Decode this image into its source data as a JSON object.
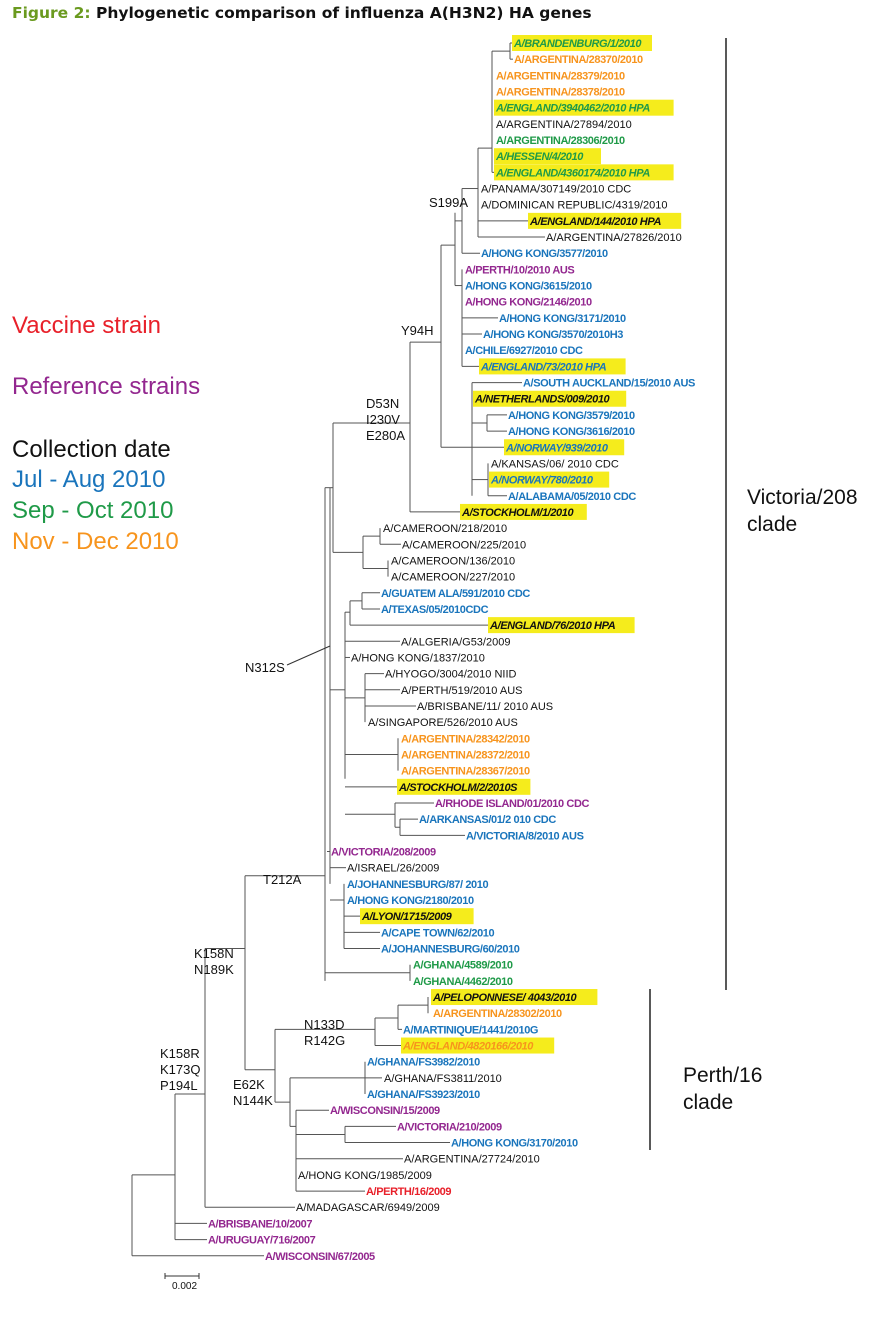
{
  "title": {
    "prefix": "Figure 2:",
    "text": " Phylogenetic comparison of influenza A(H3N2) HA genes"
  },
  "colors": {
    "vaccine": "#e8202a",
    "reference": "#93278f",
    "plain": "#111111",
    "jul_aug": "#1a75bc",
    "sep_oct": "#1f9a48",
    "nov_dec": "#f7941d",
    "highlight": "#f5ec1c",
    "title_accent": "#6a9a1f"
  },
  "legend": {
    "vaccine": "Vaccine strain",
    "reference": "Reference strains",
    "collection_header": "Collection date",
    "jul_aug": "Jul - Aug 2010",
    "sep_oct": "Sep - Oct 2010",
    "nov_dec": "Nov - Dec 2010"
  },
  "leaves": [
    {
      "label": "A/BRANDENBURG/1/2010",
      "color": "sep_oct",
      "hl": true
    },
    {
      "label": "A/ARGENTINA/28370/2010",
      "color": "nov_dec"
    },
    {
      "label": "A/ARGENTINA/28379/2010",
      "color": "nov_dec"
    },
    {
      "label": "A/ARGENTINA/28378/2010",
      "color": "nov_dec"
    },
    {
      "label": "A/ENGLAND/3940462/2010 HPA",
      "color": "sep_oct",
      "hl": true
    },
    {
      "label": "A/ARGENTINA/27894/2010",
      "color": "plain"
    },
    {
      "label": "A/ARGENTINA/28306/2010",
      "color": "sep_oct"
    },
    {
      "label": "A/HESSEN/4/2010",
      "color": "sep_oct",
      "hl": true
    },
    {
      "label": "A/ENGLAND/4360174/2010 HPA",
      "color": "sep_oct",
      "hl": true
    },
    {
      "label": "A/PANAMA/307149/2010  CDC",
      "color": "plain"
    },
    {
      "label": "A/DOMINICAN REPUBLIC/4319/2010",
      "color": "plain"
    },
    {
      "label": "A/ENGLAND/144/2010 HPA",
      "color": "plain",
      "hl": true
    },
    {
      "label": "A/ARGENTINA/27826/2010",
      "color": "plain"
    },
    {
      "label": "A/HONG KONG/3577/2010",
      "color": "jul_aug"
    },
    {
      "label": "A/PERTH/10/2010 AUS",
      "color": "reference"
    },
    {
      "label": "A/HONG KONG/3615/2010",
      "color": "jul_aug"
    },
    {
      "label": "A/HONG KONG/2146/2010",
      "color": "reference"
    },
    {
      "label": "A/HONG KONG/3171/2010",
      "color": "jul_aug"
    },
    {
      "label": "A/HONG KONG/3570/2010H3",
      "color": "jul_aug"
    },
    {
      "label": "A/CHILE/6927/2010 CDC",
      "color": "jul_aug"
    },
    {
      "label": "A/ENGLAND/73/2010 HPA",
      "color": "jul_aug",
      "hl": true
    },
    {
      "label": "A/SOUTH AUCKLAND/15/2010 AUS",
      "color": "jul_aug"
    },
    {
      "label": "A/NETHERLANDS/009/2010",
      "color": "plain",
      "hl": true
    },
    {
      "label": "A/HONG KONG/3579/2010",
      "color": "jul_aug"
    },
    {
      "label": "A/HONG KONG/3616/2010",
      "color": "jul_aug"
    },
    {
      "label": "A/NORWAY/939/2010",
      "color": "jul_aug",
      "hl": true
    },
    {
      "label": "A/KANSAS/06/ 2010 CDC",
      "color": "plain"
    },
    {
      "label": "A/NORWAY/780/2010",
      "color": "jul_aug",
      "hl": true
    },
    {
      "label": "A/ALABAMA/05/2010 CDC",
      "color": "jul_aug"
    },
    {
      "label": "A/STOCKHOLM/1/2010",
      "color": "plain",
      "hl": true
    },
    {
      "label": "A/CAMEROON/218/2010",
      "color": "plain"
    },
    {
      "label": "A/CAMEROON/225/2010",
      "color": "plain"
    },
    {
      "label": "A/CAMEROON/136/2010",
      "color": "plain"
    },
    {
      "label": "A/CAMEROON/227/2010",
      "color": "plain"
    },
    {
      "label": "A/GUATEM ALA/591/2010 CDC",
      "color": "jul_aug"
    },
    {
      "label": "A/TEXAS/05/2010CDC",
      "color": "jul_aug"
    },
    {
      "label": "A/ENGLAND/76/2010 HPA",
      "color": "plain",
      "hl": true
    },
    {
      "label": "A/ALGERIA/G53/2009",
      "color": "plain"
    },
    {
      "label": "A/HONG KONG/1837/2010",
      "color": "plain"
    },
    {
      "label": "A/HYOGO/3004/2010 NIID",
      "color": "plain"
    },
    {
      "label": "A/PERTH/519/2010 AUS",
      "color": "plain"
    },
    {
      "label": "A/BRISBANE/11/ 2010 AUS",
      "color": "plain"
    },
    {
      "label": "A/SINGAPORE/526/2010 AUS",
      "color": "plain"
    },
    {
      "label": "A/ARGENTINA/28342/2010",
      "color": "nov_dec"
    },
    {
      "label": "A/ARGENTINA/28372/2010",
      "color": "nov_dec"
    },
    {
      "label": "A/ARGENTINA/28367/2010",
      "color": "nov_dec"
    },
    {
      "label": "A/STOCKHOLM/2/2010S",
      "color": "plain",
      "hl": true
    },
    {
      "label": "A/RHODE ISLAND/01/2010 CDC",
      "color": "reference"
    },
    {
      "label": "A/ARKANSAS/01/2 010 CDC",
      "color": "jul_aug"
    },
    {
      "label": "A/VICTORIA/8/2010 AUS",
      "color": "jul_aug"
    },
    {
      "label": "A/VICTORIA/208/2009",
      "color": "reference"
    },
    {
      "label": "A/ISRAEL/26/2009",
      "color": "plain"
    },
    {
      "label": "A/JOHANNESBURG/87/  2010",
      "color": "jul_aug"
    },
    {
      "label": "A/HONG KONG/2180/2010",
      "color": "jul_aug"
    },
    {
      "label": "A/LYON/1715/2009",
      "color": "plain",
      "hl": true
    },
    {
      "label": "A/CAPE TOWN/62/2010",
      "color": "jul_aug"
    },
    {
      "label": "A/JOHANNESBURG/60/2010",
      "color": "jul_aug"
    },
    {
      "label": "A/GHANA/4589/2010",
      "color": "sep_oct"
    },
    {
      "label": "A/GHANA/4462/2010",
      "color": "sep_oct"
    },
    {
      "label": "A/PELOPONNESE/ 4043/2010",
      "color": "plain",
      "hl": true
    },
    {
      "label": "A/ARGENTINA/28302/2010",
      "color": "nov_dec"
    },
    {
      "label": "A/MARTINIQUE/1441/2010G",
      "color": "jul_aug"
    },
    {
      "label": "A/ENGLAND/4820166/2010",
      "color": "nov_dec",
      "hl": true
    },
    {
      "label": "A/GHANA/FS3982/2010",
      "color": "jul_aug"
    },
    {
      "label": "A/GHANA/FS3811/2010",
      "color": "plain"
    },
    {
      "label": "A/GHANA/FS3923/2010",
      "color": "jul_aug"
    },
    {
      "label": "A/WISCONSIN/15/2009",
      "color": "reference"
    },
    {
      "label": "A/VICTORIA/210/2009",
      "color": "reference"
    },
    {
      "label": "A/HONG KONG/3170/2010",
      "color": "jul_aug"
    },
    {
      "label": "A/ARGENTINA/27724/2010",
      "color": "plain"
    },
    {
      "label": "A/HONG KONG/1985/2009",
      "color": "plain"
    },
    {
      "label": "A/PERTH/16/2009",
      "color": "vaccine"
    },
    {
      "label": "A/MADAGASCAR/6949/2009",
      "color": "plain"
    },
    {
      "label": "A/BRISBANE/10/2007",
      "color": "reference"
    },
    {
      "label": "A/URUGUAY/716/2007",
      "color": "reference"
    },
    {
      "label": "A/WISCONSIN/67/2005",
      "color": "reference"
    }
  ],
  "mutations": [
    {
      "id": "s199a",
      "lines": [
        "S199A"
      ]
    },
    {
      "id": "y94h",
      "lines": [
        "Y94H"
      ]
    },
    {
      "id": "d53n",
      "lines": [
        "D53N",
        "I230V",
        "E280A"
      ]
    },
    {
      "id": "n312s",
      "lines": [
        "N312S"
      ]
    },
    {
      "id": "t212a",
      "lines": [
        "T212A"
      ]
    },
    {
      "id": "k158n",
      "lines": [
        "K158N",
        "N189K"
      ]
    },
    {
      "id": "n133d",
      "lines": [
        "N133D",
        "R142G"
      ]
    },
    {
      "id": "k158r",
      "lines": [
        "K158R",
        "K173Q",
        "P194L"
      ]
    },
    {
      "id": "e62k",
      "lines": [
        "E62K",
        "N144K"
      ]
    }
  ],
  "clades": [
    {
      "id": "victoria",
      "lines": [
        "Victoria/208",
        "clade"
      ]
    },
    {
      "id": "perth",
      "lines": [
        "Perth/16",
        "clade"
      ]
    }
  ],
  "scale_bar": {
    "label": "0.002"
  }
}
